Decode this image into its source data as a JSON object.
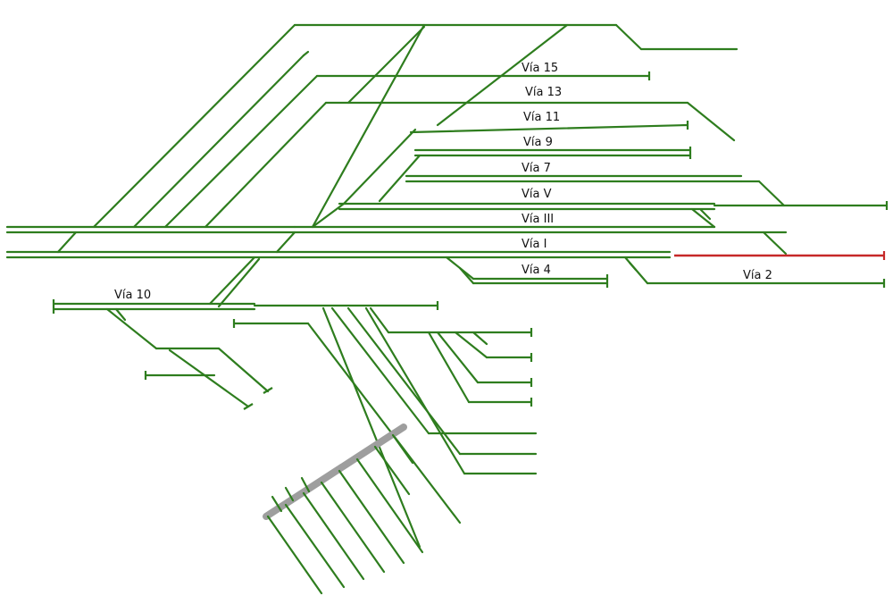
{
  "colors": {
    "track": "#2e7d1e",
    "highlighted_track": "#c62828",
    "turntable": "#9e9e9e",
    "background": "#ffffff"
  },
  "labels": {
    "via15": "Vía 15",
    "via13": "Vía 13",
    "via11": "Vía 11",
    "via9": "Vía 9",
    "via7": "Vía 7",
    "viaV": "Vía V",
    "viaIII": "Vía III",
    "viaI": "Vía I",
    "via4": "Vía 4",
    "via2": "Vía 2",
    "via10": "Vía 10"
  }
}
